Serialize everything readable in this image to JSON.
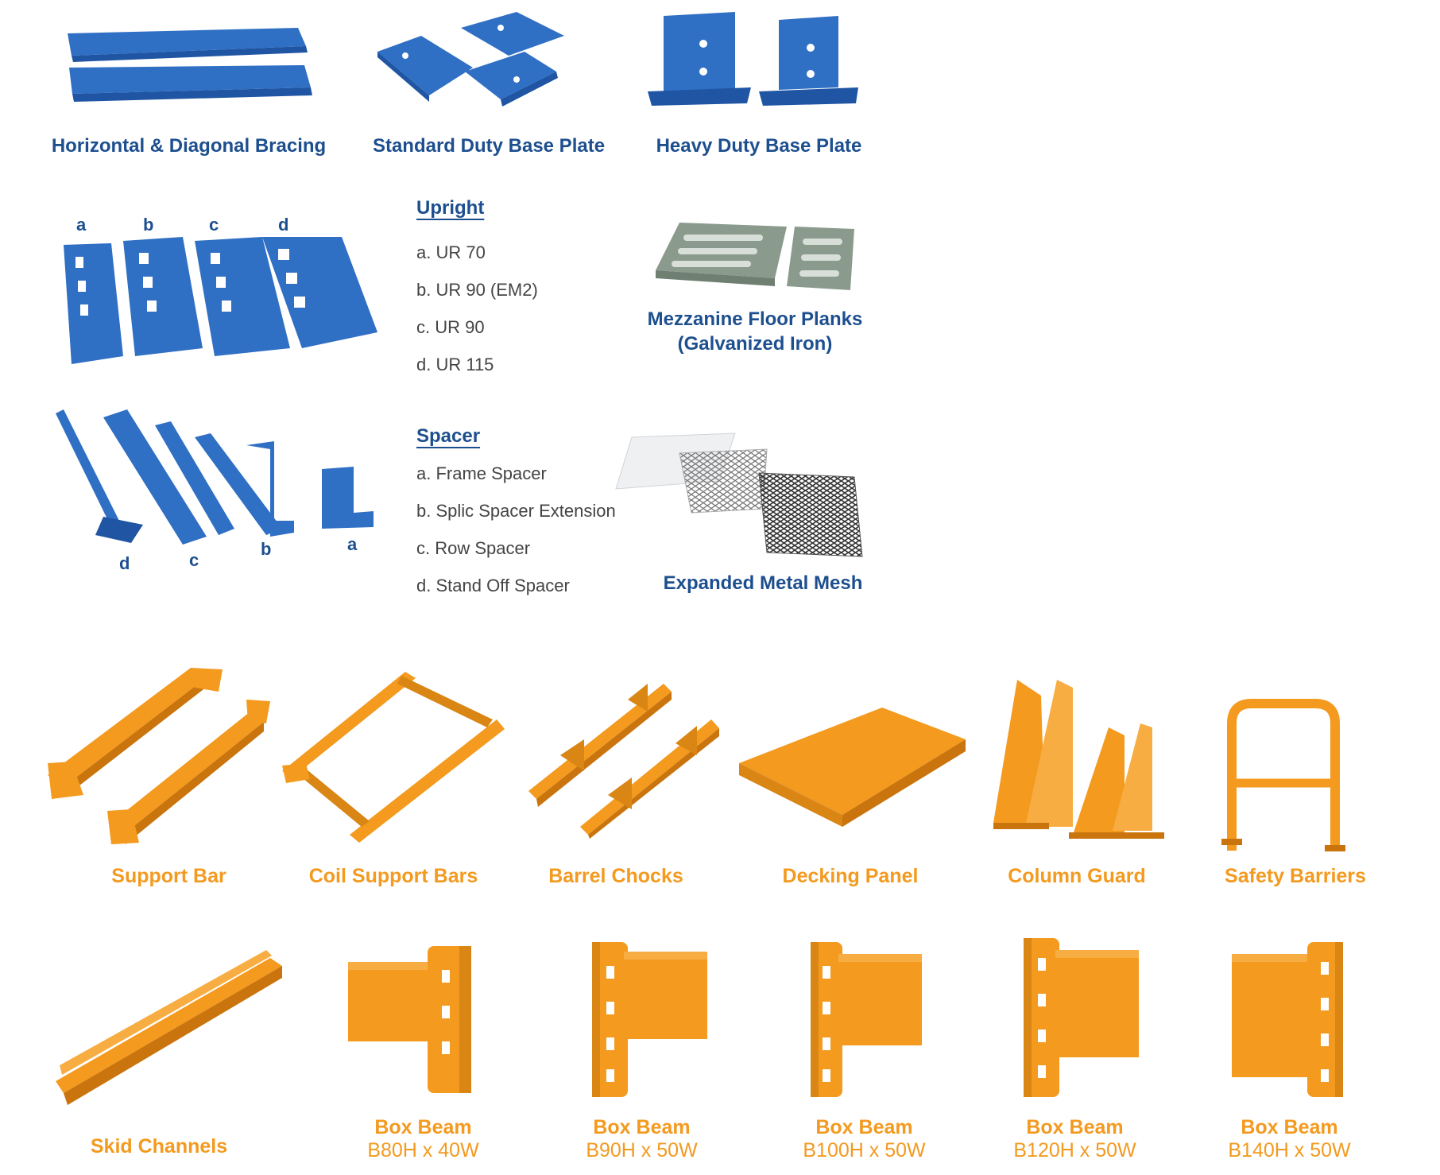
{
  "colors": {
    "blue": "#2f6fc4",
    "blue_dark": "#1d4f8f",
    "orange": "#f39a1f",
    "orange_dark": "#c9740d",
    "grey": "#8a9a8c"
  },
  "top_row": [
    {
      "caption": "Horizontal & Diagonal Bracing"
    },
    {
      "caption": "Standard Duty Base Plate"
    },
    {
      "caption": "Heavy Duty Base Plate"
    }
  ],
  "upright": {
    "letters": [
      "a",
      "b",
      "c",
      "d"
    ],
    "title": "Upright",
    "items": [
      "a. UR 70",
      "b. UR 90 (EM2)",
      "c. UR 90",
      "d. UR 115"
    ]
  },
  "mezzanine": {
    "line1": "Mezzanine Floor Planks",
    "line2": "(Galvanized Iron)"
  },
  "spacer": {
    "letters": [
      "d",
      "c",
      "b",
      "a"
    ],
    "title": "Spacer",
    "items": [
      "a. Frame Spacer",
      "b. Splic Spacer Extension",
      "c. Row Spacer",
      "d. Stand Off Spacer"
    ]
  },
  "mesh": {
    "caption": "Expanded Metal Mesh"
  },
  "orange_row1": [
    {
      "caption": "Support Bar"
    },
    {
      "caption": "Coil Support Bars"
    },
    {
      "caption": "Barrel Chocks"
    },
    {
      "caption": "Decking Panel"
    },
    {
      "caption": "Column Guard"
    },
    {
      "caption": "Safety Barriers"
    }
  ],
  "orange_row2": {
    "skid": {
      "caption": "Skid Channels"
    },
    "box_beams": [
      {
        "line1": "Box Beam",
        "line2": "B80H x 40W"
      },
      {
        "line1": "Box Beam",
        "line2": "B90H x 50W"
      },
      {
        "line1": "Box Beam",
        "line2": "B100H x 50W"
      },
      {
        "line1": "Box Beam",
        "line2": "B120H x 50W"
      },
      {
        "line1": "Box Beam",
        "line2": "B140H x 50W"
      }
    ]
  }
}
